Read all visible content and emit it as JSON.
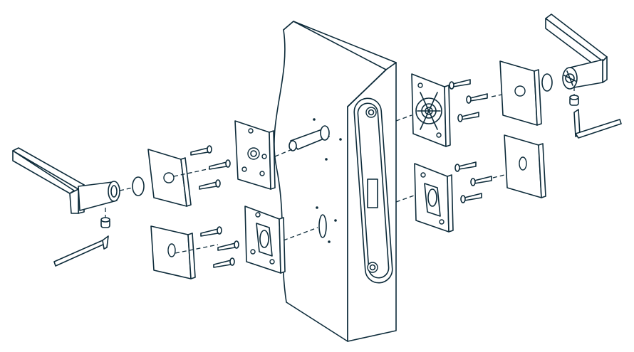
{
  "colors": {
    "ink": "#0d2b3a",
    "background": "#ffffff"
  },
  "parts": [
    {
      "id": "door-panel"
    },
    {
      "id": "mortise-lock-faceplate"
    },
    {
      "id": "left-lever-handle"
    },
    {
      "id": "right-lever-handle"
    },
    {
      "id": "left-handle-rose"
    },
    {
      "id": "right-handle-rose"
    },
    {
      "id": "left-handle-base-plate"
    },
    {
      "id": "right-handle-base-plate"
    },
    {
      "id": "left-keyhole-escutcheon"
    },
    {
      "id": "right-keyhole-escutcheon"
    },
    {
      "id": "left-keyhole-base-plate"
    },
    {
      "id": "right-keyhole-base-plate"
    },
    {
      "id": "spindle"
    },
    {
      "id": "mounting-screws"
    },
    {
      "id": "grub-screws"
    },
    {
      "id": "hex-keys"
    },
    {
      "id": "o-rings"
    }
  ]
}
